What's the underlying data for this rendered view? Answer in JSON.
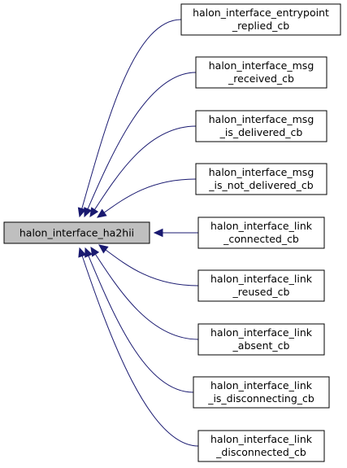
{
  "colors": {
    "edge": "#191970",
    "root_fill": "#bfbfbf",
    "node_fill": "#ffffff",
    "border": "#000000"
  },
  "root": {
    "label": "halon_interface_ha2hii"
  },
  "callers": [
    {
      "line1": "halon_interface_entrypoint",
      "line2": "_replied_cb"
    },
    {
      "line1": "halon_interface_msg",
      "line2": "_received_cb"
    },
    {
      "line1": "halon_interface_msg",
      "line2": "_is_delivered_cb"
    },
    {
      "line1": "halon_interface_msg",
      "line2": "_is_not_delivered_cb"
    },
    {
      "line1": "halon_interface_link",
      "line2": "_connected_cb"
    },
    {
      "line1": "halon_interface_link",
      "line2": "_reused_cb"
    },
    {
      "line1": "halon_interface_link",
      "line2": "_absent_cb"
    },
    {
      "line1": "halon_interface_link",
      "line2": "_is_disconnecting_cb"
    },
    {
      "line1": "halon_interface_link",
      "line2": "_disconnected_cb"
    }
  ]
}
